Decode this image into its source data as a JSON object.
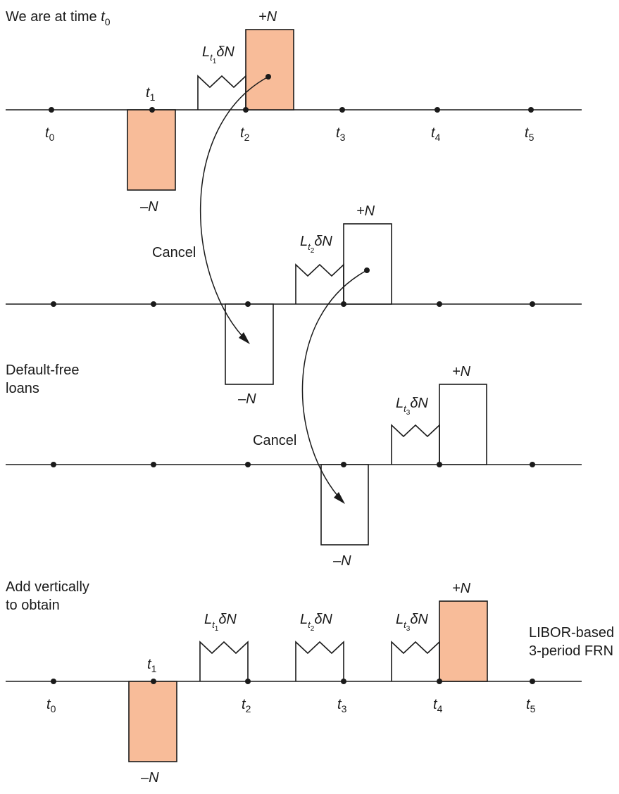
{
  "labels": {
    "time_prefix": "We are at time ",
    "cancel_1": "Cancel",
    "cancel_2": "Cancel",
    "default_free_line1": "Default-free",
    "default_free_line2": "loans",
    "add_vertically_line1": "Add vertically",
    "add_vertically_line2": "to obtain",
    "libor_line1": "LIBOR-based",
    "libor_line2": "3-period FRN"
  },
  "symbols": {
    "time_var": "t",
    "principal_pos": "+N",
    "principal_neg": "–N",
    "rate_var": "L",
    "rate_suffix": "δN"
  },
  "subscripts": [
    "0",
    "1",
    "2",
    "3",
    "4",
    "5"
  ],
  "colors": {
    "filled_box": "#f8bc99",
    "stroke": "#1a1a1a"
  }
}
